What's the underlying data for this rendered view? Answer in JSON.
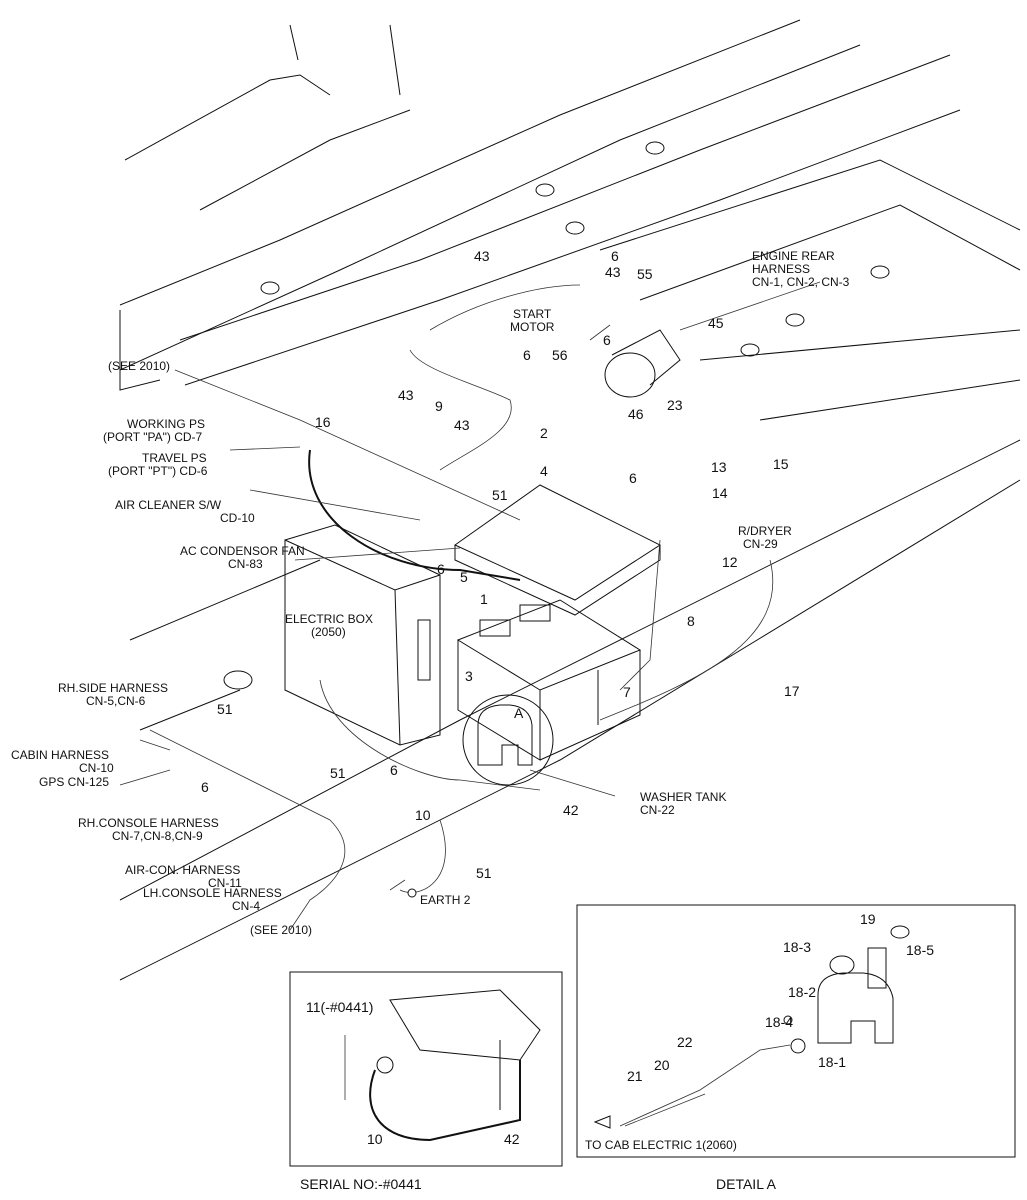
{
  "callouts": {
    "engine_rear_harness": [
      "ENGINE REAR",
      "HARNESS",
      "CN-1, CN-2, CN-3"
    ],
    "start_motor": [
      "START",
      "MOTOR"
    ],
    "see_2010_top": "(SEE 2010)",
    "working_ps": [
      "WORKING PS",
      "(PORT \"PA\") CD-7"
    ],
    "travel_ps": [
      "TRAVEL PS",
      "(PORT \"PT\") CD-6"
    ],
    "air_cleaner_sw": [
      "AIR CLEANER S/W",
      "CD-10"
    ],
    "ac_condensor_fan": [
      "AC CONDENSOR FAN",
      "CN-83"
    ],
    "electric_box": [
      "ELECTRIC BOX",
      "(2050)"
    ],
    "r_dryer": [
      "R/DRYER",
      "CN-29"
    ],
    "rh_side_harness": [
      "RH.SIDE HARNESS",
      "CN-5,CN-6"
    ],
    "cabin_harness": [
      "CABIN HARNESS",
      "CN-10"
    ],
    "gps": "GPS CN-125",
    "rh_console_harness": [
      "RH.CONSOLE HARNESS",
      "CN-7,CN-8,CN-9"
    ],
    "air_con_harness": [
      "AIR-CON. HARNESS",
      "CN-11"
    ],
    "lh_console_harness": [
      "LH.CONSOLE HARNESS",
      "CN-4"
    ],
    "see_2010_bottom": "(SEE 2010)",
    "earth_2": "EARTH 2",
    "washer_tank": [
      "WASHER TANK",
      "CN-22"
    ],
    "to_cab_electric": "TO CAB ELECTRIC 1(2060)",
    "detail_marker": "A"
  },
  "part_numbers": {
    "main": [
      "6",
      "43",
      "43",
      "55",
      "45",
      "56",
      "6",
      "6",
      "43",
      "9",
      "43",
      "23",
      "46",
      "2",
      "16",
      "4",
      "6",
      "13",
      "15",
      "14",
      "51",
      "6",
      "5",
      "12",
      "1",
      "8",
      "3",
      "7",
      "17",
      "51",
      "6",
      "51",
      "6",
      "10",
      "42",
      "51"
    ],
    "serial_inset": [
      "11(-#0441)",
      "10",
      "42"
    ],
    "detail_inset": [
      "19",
      "18-3",
      "18-5",
      "18-2",
      "18-4",
      "18-1",
      "22",
      "20",
      "21"
    ]
  },
  "captions": {
    "serial": "SERIAL NO:-#0441",
    "detail": "DETAIL  A"
  }
}
